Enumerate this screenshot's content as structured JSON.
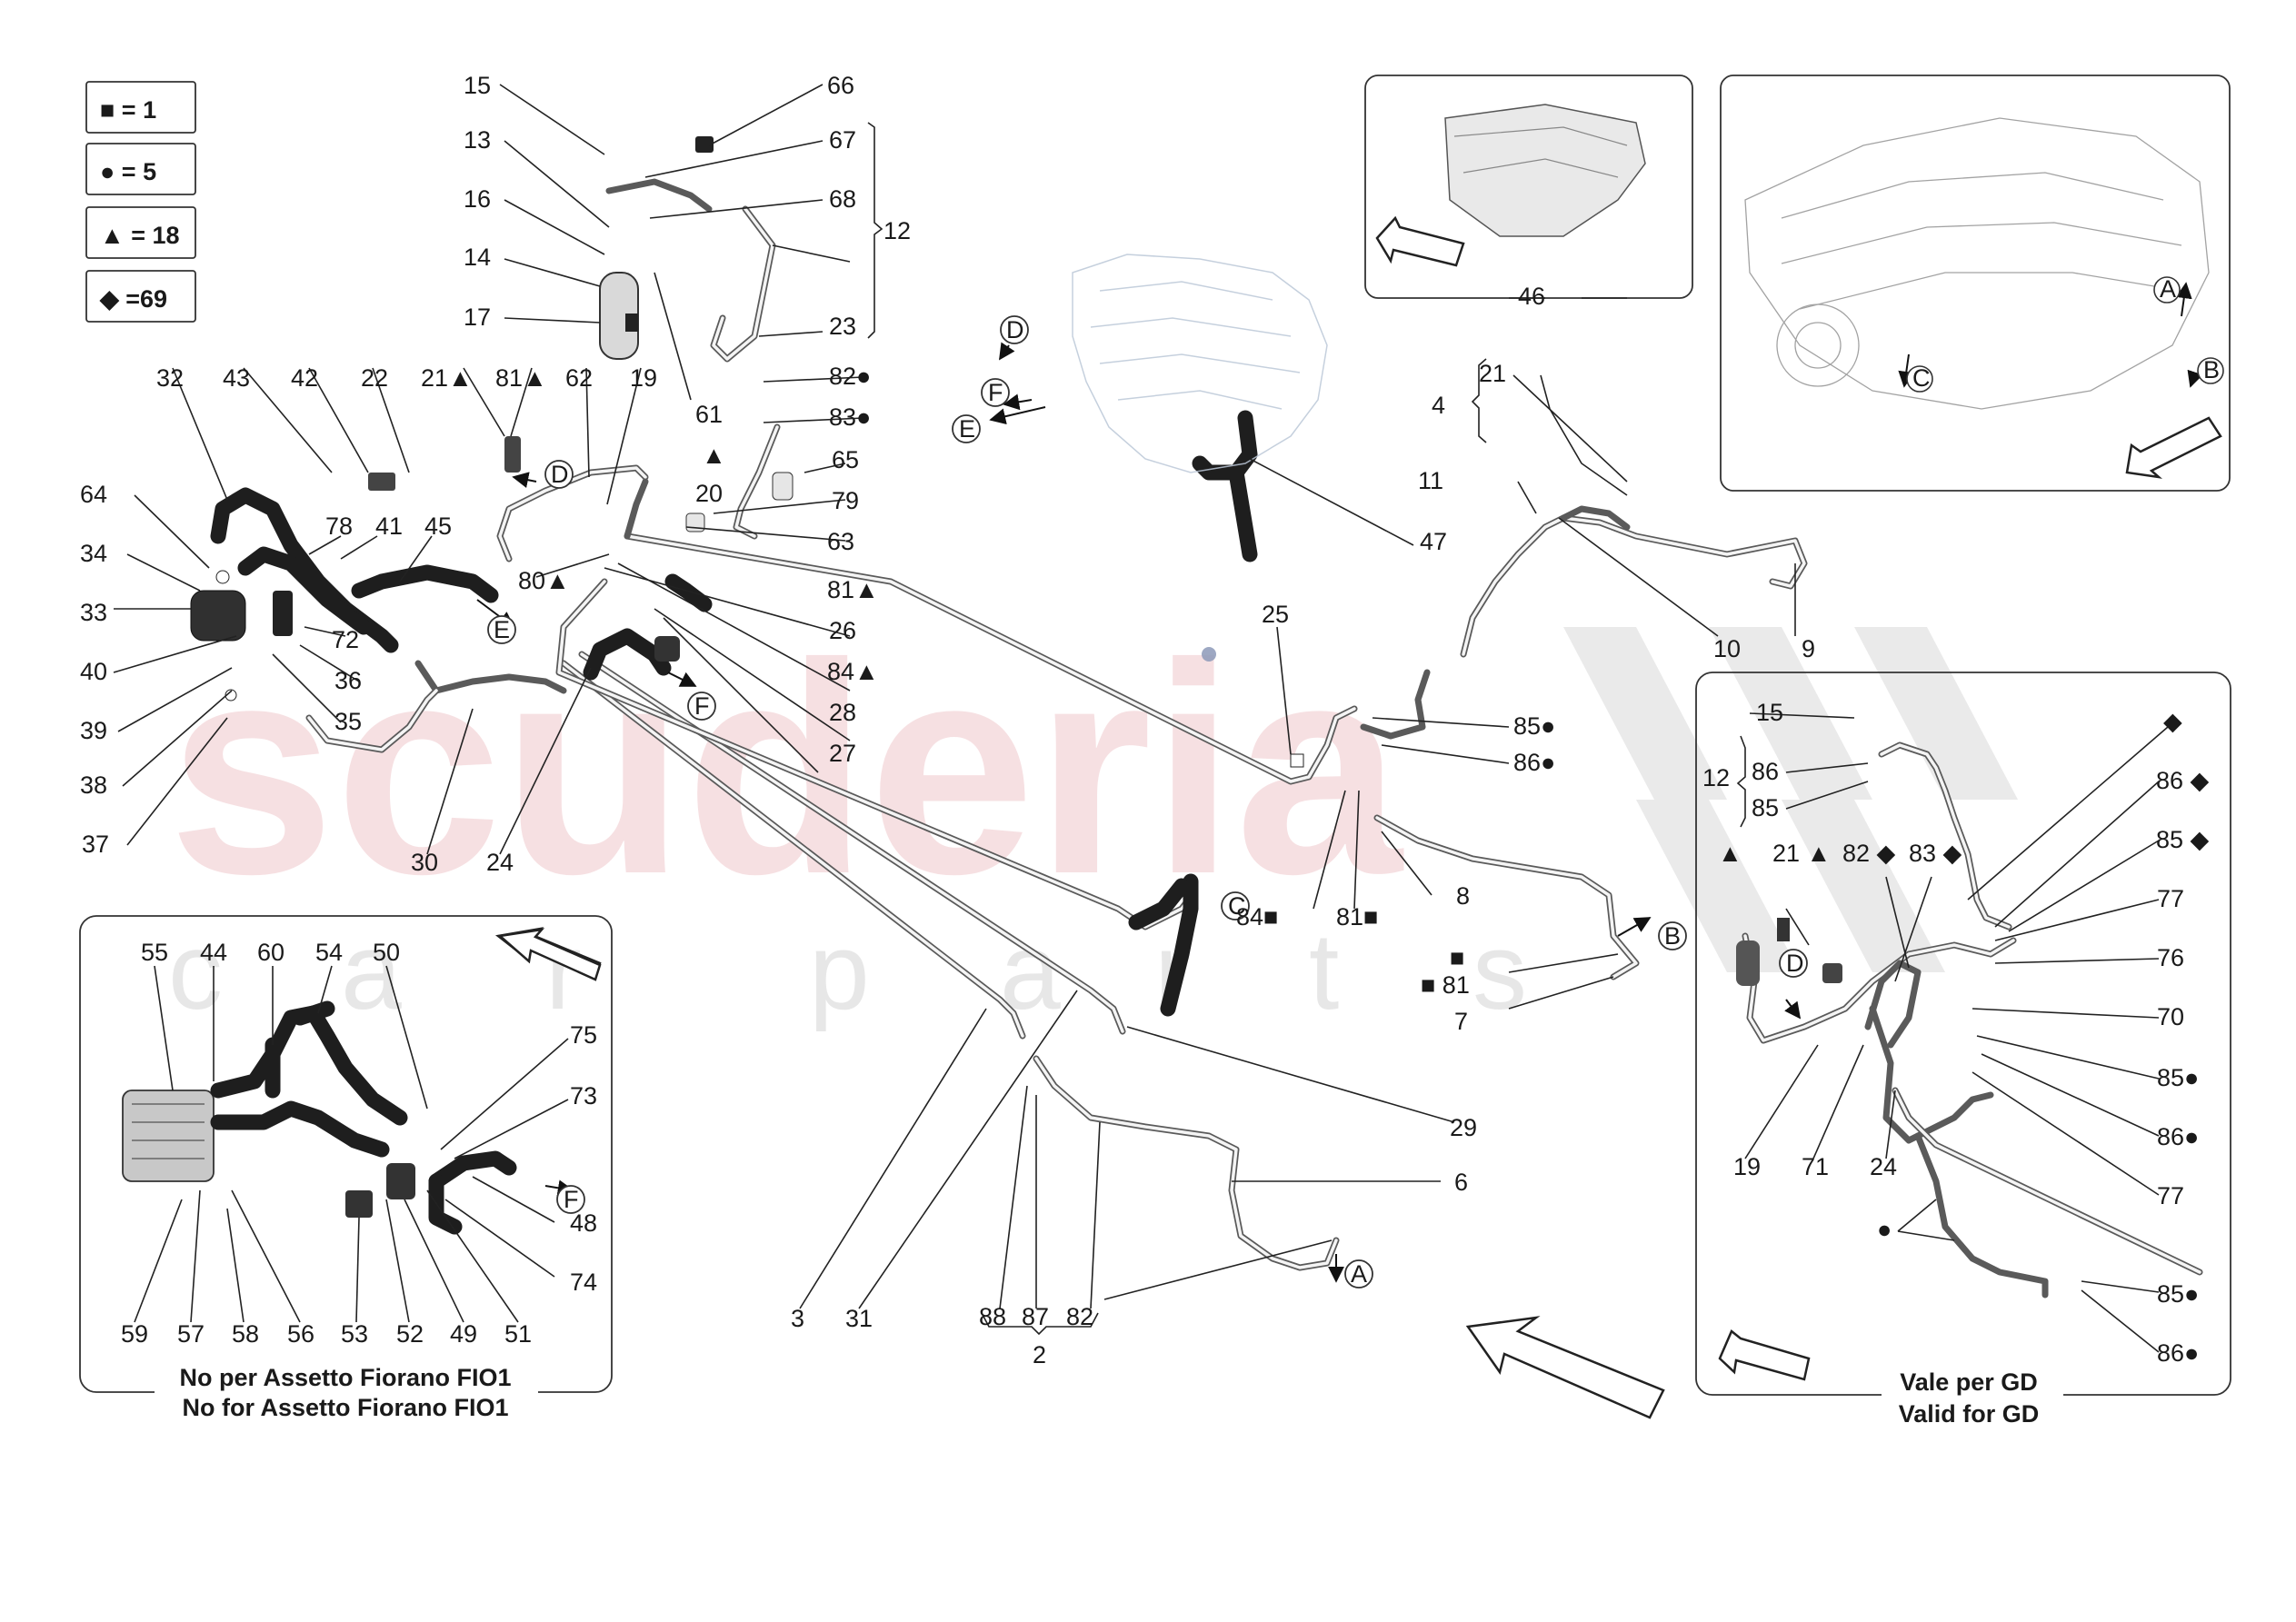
{
  "legend": [
    {
      "key": "square",
      "text": "■ = 1"
    },
    {
      "key": "circle",
      "text": "● = 5"
    },
    {
      "key": "triangle",
      "text": "▲ = 18"
    },
    {
      "key": "diamond",
      "text": "◆ =69"
    }
  ],
  "watermark": {
    "brand": "scuderia",
    "sub": [
      "c",
      "a",
      "r",
      "p",
      "a",
      "r",
      "t",
      "s"
    ]
  },
  "inset_fio1": {
    "caption_it": "No per Assetto Fiorano FIO1",
    "caption_en": "No for Assetto Fiorano FIO1"
  },
  "inset_gd": {
    "caption_it": "Vale per GD",
    "caption_en": "Valid for GD"
  },
  "view_letters": {
    "A": "A",
    "B": "B",
    "C": "C",
    "D": "D",
    "E": "E",
    "F": "F"
  },
  "labels": {
    "l15": "15",
    "l66": "66",
    "l13": "13",
    "l67": "67",
    "l16": "16",
    "l68": "68",
    "l12": "12",
    "l14": "14",
    "l17": "17",
    "l23": "23",
    "l82c": "82●",
    "l83c": "83●",
    "l61": "61",
    "l65": "65",
    "l79": "79",
    "l63": "63",
    "l32": "32",
    "l43": "43",
    "l42": "42",
    "l22": "22",
    "l21t": "21▲",
    "l81t": "81▲",
    "l62": "62",
    "l19": "19",
    "ltri": "▲",
    "l20": "20",
    "l64": "64",
    "l78": "78",
    "l41": "41",
    "l45": "45",
    "l34": "34",
    "l33": "33",
    "l40": "40",
    "l39": "39",
    "l38": "38",
    "l37": "37",
    "l72": "72",
    "l36": "36",
    "l35": "35",
    "l80t": "80▲",
    "l81t2": "81▲",
    "l26": "26",
    "l84t": "84▲",
    "l28": "28",
    "l27": "27",
    "l30": "30",
    "l24": "24",
    "l47": "47",
    "l25": "25",
    "l3": "3",
    "l31": "31",
    "l29": "29",
    "l6": "6",
    "l88": "88",
    "l87": "87",
    "l82": "82",
    "l2": "2",
    "l84s": "84■",
    "l81s": "81■",
    "l8": "8",
    "l85c": "85●",
    "l86c": "86●",
    "l4": "4",
    "l21": "21",
    "l11": "11",
    "l10": "10",
    "l9": "9",
    "l46": "46",
    "lsq": "■",
    "l81s2": "■ 81",
    "l7": "7",
    "f55": "55",
    "f44": "44",
    "f60": "60",
    "f54": "54",
    "f50": "50",
    "f75": "75",
    "f73": "73",
    "f48": "48",
    "f74": "74",
    "f59": "59",
    "f57": "57",
    "f58": "58",
    "f56": "56",
    "f53": "53",
    "f52": "52",
    "f49": "49",
    "f51": "51",
    "g15": "15",
    "g12": "12",
    "g86": "86",
    "g85": "85",
    "gdia": "◆",
    "g86d": "86 ◆",
    "g85d": "85 ◆",
    "gtri": "▲",
    "g21t": "21 ▲",
    "g82d": "82 ◆",
    "g83d": "83 ◆",
    "g77a": "77",
    "g76": "76",
    "g70": "70",
    "g85c": "85●",
    "g86c": "86●",
    "g77b": "77",
    "g19": "19",
    "g71": "71",
    "g24": "24",
    "gcirc": "●",
    "g85c2": "85●",
    "g86c2": "86●"
  }
}
